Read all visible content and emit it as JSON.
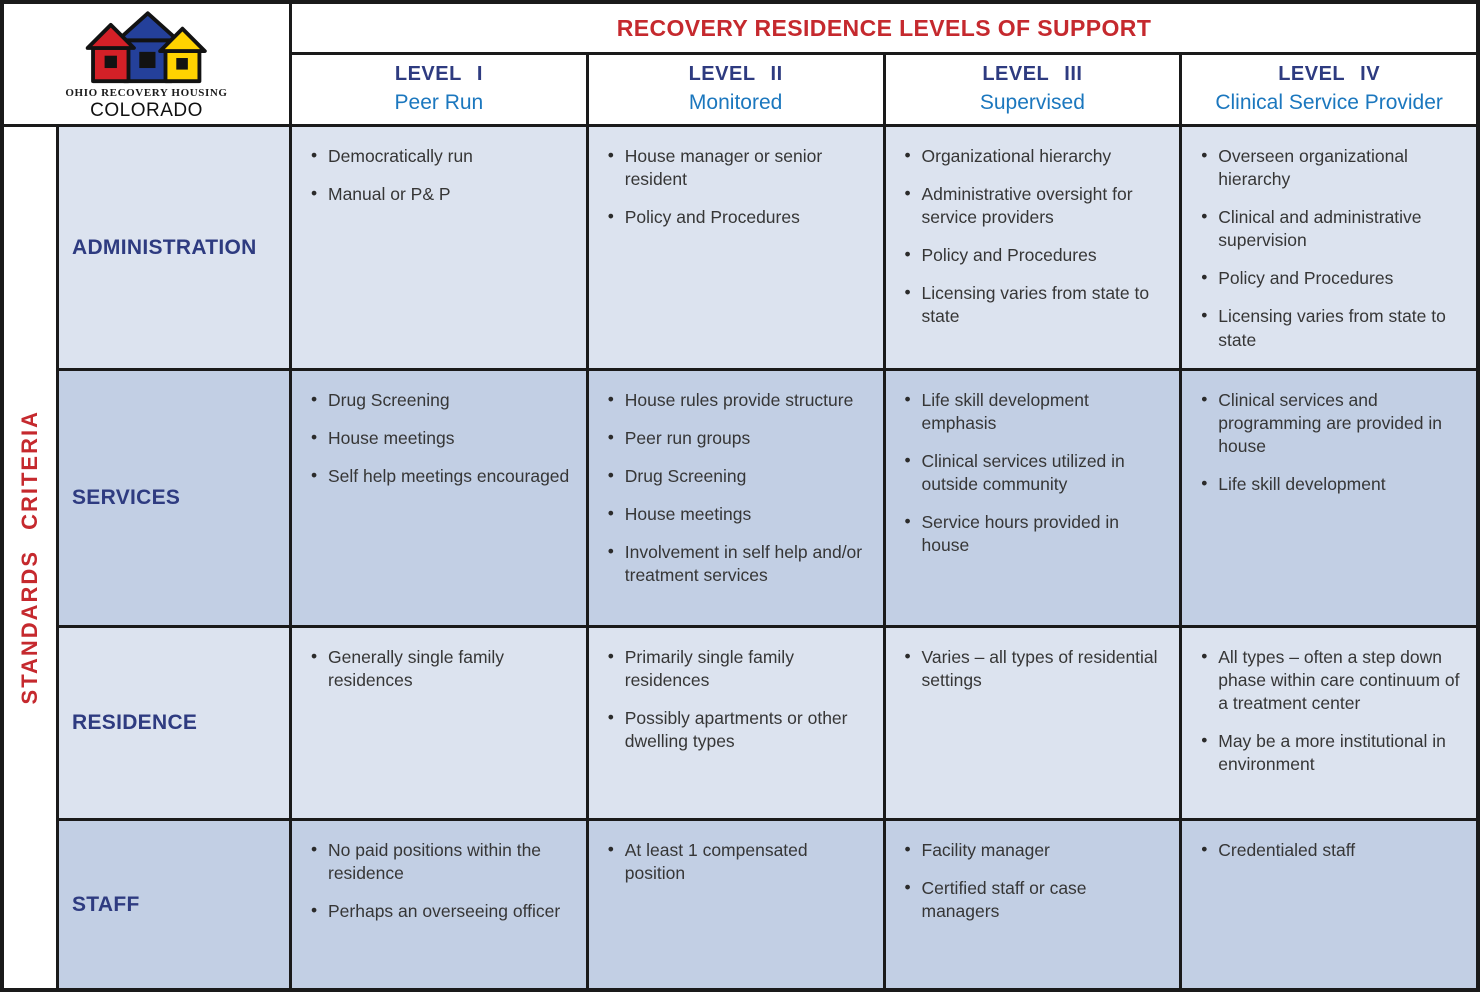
{
  "logo": {
    "org_line": "OHIO RECOVERY HOUSING",
    "state_line": "COLORADO",
    "icon": "three-houses-icon",
    "house_colors": {
      "left": "#d42027",
      "center": "#24409a",
      "right": "#ffd200"
    }
  },
  "header": {
    "title": "RECOVERY RESIDENCE LEVELS OF SUPPORT",
    "levels": [
      {
        "name": "LEVEL",
        "numeral": "I",
        "subtitle": "Peer Run"
      },
      {
        "name": "LEVEL",
        "numeral": "II",
        "subtitle": "Monitored"
      },
      {
        "name": "LEVEL",
        "numeral": "III",
        "subtitle": "Supervised"
      },
      {
        "name": "LEVEL",
        "numeral": "IV",
        "subtitle": "Clinical Service Provider"
      }
    ]
  },
  "side_label": "STANDARDS CRITERIA",
  "rows": [
    {
      "header": "ADMINISTRATION",
      "cells": [
        [
          "Democratically run",
          "Manual or P& P"
        ],
        [
          "House manager or senior resident",
          "Policy and Procedures"
        ],
        [
          "Organizational hierarchy",
          "Administrative oversight for service providers",
          "Policy and Procedures",
          "Licensing varies from state to state"
        ],
        [
          "Overseen organizational hierarchy",
          "Clinical and administrative supervision",
          "Policy and Procedures",
          "Licensing varies from state to state"
        ]
      ]
    },
    {
      "header": "SERVICES",
      "cells": [
        [
          "Drug Screening",
          "House meetings",
          "Self help meetings encouraged"
        ],
        [
          "House rules provide structure",
          "Peer run groups",
          "Drug Screening",
          "House meetings",
          "Involvement in self help and/or treatment services"
        ],
        [
          "Life skill development emphasis",
          "Clinical services utilized in outside community",
          "Service hours provided in house"
        ],
        [
          "Clinical services and programming are provided in house",
          "Life skill development"
        ]
      ]
    },
    {
      "header": "RESIDENCE",
      "cells": [
        [
          "Generally single family residences"
        ],
        [
          "Primarily single family residences",
          "Possibly apartments or other dwelling types"
        ],
        [
          "Varies – all types of residential settings"
        ],
        [
          "All types – often a step down phase within care continuum of a treatment center",
          "May be a more institutional in environment"
        ]
      ]
    },
    {
      "header": "STAFF",
      "cells": [
        [
          "No paid positions within the residence",
          "Perhaps an overseeing officer"
        ],
        [
          "At least 1 compensated position"
        ],
        [
          "Facility manager",
          "Certified staff or case managers"
        ],
        [
          "Credentialed staff"
        ]
      ]
    }
  ],
  "colors": {
    "title_red": "#c5292e",
    "level_navy": "#2e3b80",
    "subtitle_blue": "#1b77be",
    "row_light": "#dce3ef",
    "row_dark": "#c2cfe4",
    "border_black": "#1a1a1a",
    "body_text": "#363636"
  }
}
